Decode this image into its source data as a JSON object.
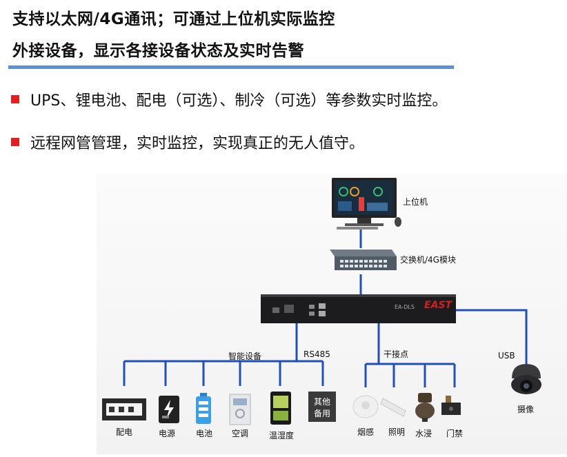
{
  "header": {
    "line1": "支持以太网/4G通讯；可通过上位机实际监控",
    "line2": "外接设备，显示各接设备状态及实时告警"
  },
  "bullets": [
    "UPS、锂电池、配电（可选）、制冷（可选）等参数实时监控。",
    "远程网管管理，实时监控，实现真正的无人值守。"
  ],
  "diagram": {
    "host_label": "上位机",
    "switch_label": "交换机/4G模块",
    "device_brand": "EAST",
    "device_model": "EA-DLS",
    "smart_label": "智能设备",
    "rs485_label": "RS485",
    "dry_label": "干接点",
    "usb_label": "USB",
    "camera_label": "摄像",
    "spare_icon_text": "其他备用",
    "smart_devices": [
      "配电",
      "电源",
      "电池",
      "空调",
      "温湿度"
    ],
    "dry_devices": [
      "烟感",
      "照明",
      "水浸",
      "门禁"
    ]
  },
  "colors": {
    "accent_rule": "#5b8fd6",
    "bullet": "#e02020",
    "link": "#1f4fb8"
  }
}
